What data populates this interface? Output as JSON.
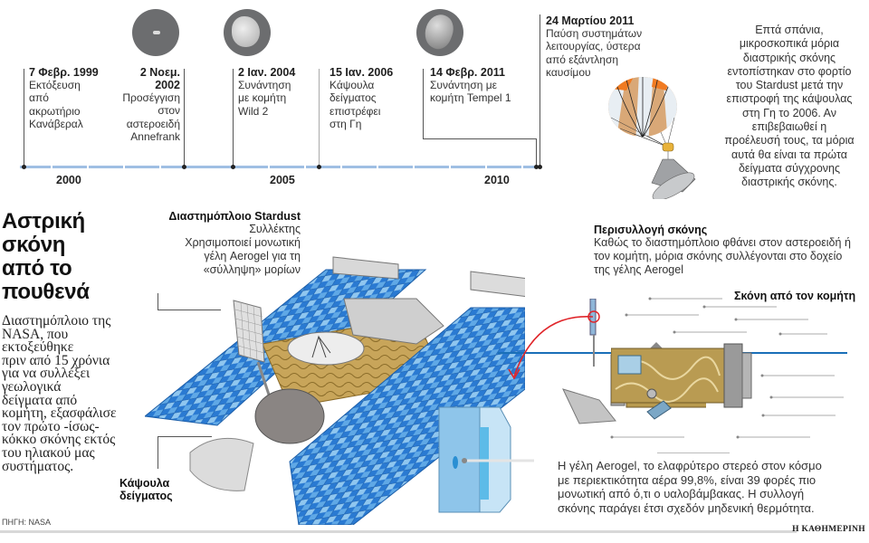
{
  "title": "Αστρική σκόνη από το πουθενά",
  "title_lines": [
    "Αστρική",
    "σκόνη",
    "από το",
    "πουθενά"
  ],
  "lede_lines": [
    "Διαστημόπλοιο της",
    "NASA, που",
    "εκτοξεύθηκε",
    "πριν από 15 χρόνια",
    "για να συλλέξει",
    "γεωλογικά",
    "δείγματα από",
    "κομήτη, εξασφάλισε",
    "τον πρώτο -ίσως-",
    "κόκκο σκόνης εκτός",
    "του ηλιακού μας",
    "συστήματος."
  ],
  "timeline": {
    "years": [
      "2000",
      "2005",
      "2010"
    ],
    "events": [
      {
        "date": "7 Φεβρ. 1999",
        "lines": [
          "Εκτόξευση",
          "από",
          "ακρωτήριο",
          "Κανάβεραλ"
        ]
      },
      {
        "date_lines": [
          "2 Νοεμ.",
          "2002"
        ],
        "lines": [
          "Προσέγγιση",
          "στον",
          "αστεροειδή",
          "Annefrank"
        ]
      },
      {
        "date": "2 Ιαν. 2004",
        "lines": [
          "Συνάντηση",
          "με κομήτη",
          "Wild 2"
        ]
      },
      {
        "date": "15 Ιαν. 2006",
        "lines": [
          "Κάψουλα",
          "δείγματος",
          "επιστρέφει",
          "στη Γη"
        ]
      },
      {
        "date": "14 Φεβρ. 2011",
        "lines": [
          "Συνάντηση με",
          "κομήτη Tempel 1"
        ]
      },
      {
        "date": "24 Μαρτίου 2011",
        "lines": [
          "Παύση συστημάτων",
          "λειτουργίας, ύστερα",
          "από εξάντληση",
          "καυσίμου"
        ]
      }
    ]
  },
  "capsule_note_lines": [
    "Επτά σπάνια,",
    "μικροσκοπικά μόρια",
    "διαστρικής σκόνης",
    "εντοπίστηκαν στο φορτίο",
    "του Stardust μετά την",
    "επιστροφή της κάψουλας",
    "στη Γη το 2006. Αν",
    "επιβεβαιωθεί η",
    "προέλευσή τους, τα μόρια",
    "αυτά θα είναι τα πρώτα",
    "δείγματα σύγχρονης",
    "διαστρικής σκόνης."
  ],
  "spacecraft_label": {
    "title": "Διαστημόπλοιο Stardust",
    "lines": [
      "Συλλέκτης",
      "Χρησιμοποιεί μονωτική",
      "γέλη Aerogel για τη",
      "«σύλληψη» μορίων"
    ]
  },
  "capsule_label": {
    "lines": [
      "Κάψουλα",
      "δείγματος"
    ]
  },
  "collection": {
    "title": "Περισυλλογή σκόνης",
    "lines": [
      "Καθώς το διαστημόπλοιο φθάνει στον αστεροειδή ή",
      "τον κομήτη, μόρια σκόνης συλλέγονται στο δοχείο",
      "της γέλης Aerogel"
    ]
  },
  "comet_dust_label": "Σκόνη από τον κομήτη",
  "aerogel_note_lines": [
    "Η γέλη Aerogel, το ελαφρύτερο στερεό στον κόσμο",
    "με περιεκτικότητα αέρα 99,8%, είναι 39 φορές πιο",
    "μονωτική από ό,τι ο υαλοβάμβακας. Η συλλογή",
    "σκόνης παράγει έτσι σχεδόν μηδενική θερμότητα."
  ],
  "source": "ΠΗΓΗ: NASA",
  "brand": "Η ΚΑΘΗΜΕΡΙΝΗ",
  "colors": {
    "timeline": "#9fbfe3",
    "panel_blue": "#2f7fd0",
    "gold": "#c9a95a",
    "red_arrow": "#e0262b",
    "blue_line": "#1a6fb8"
  }
}
